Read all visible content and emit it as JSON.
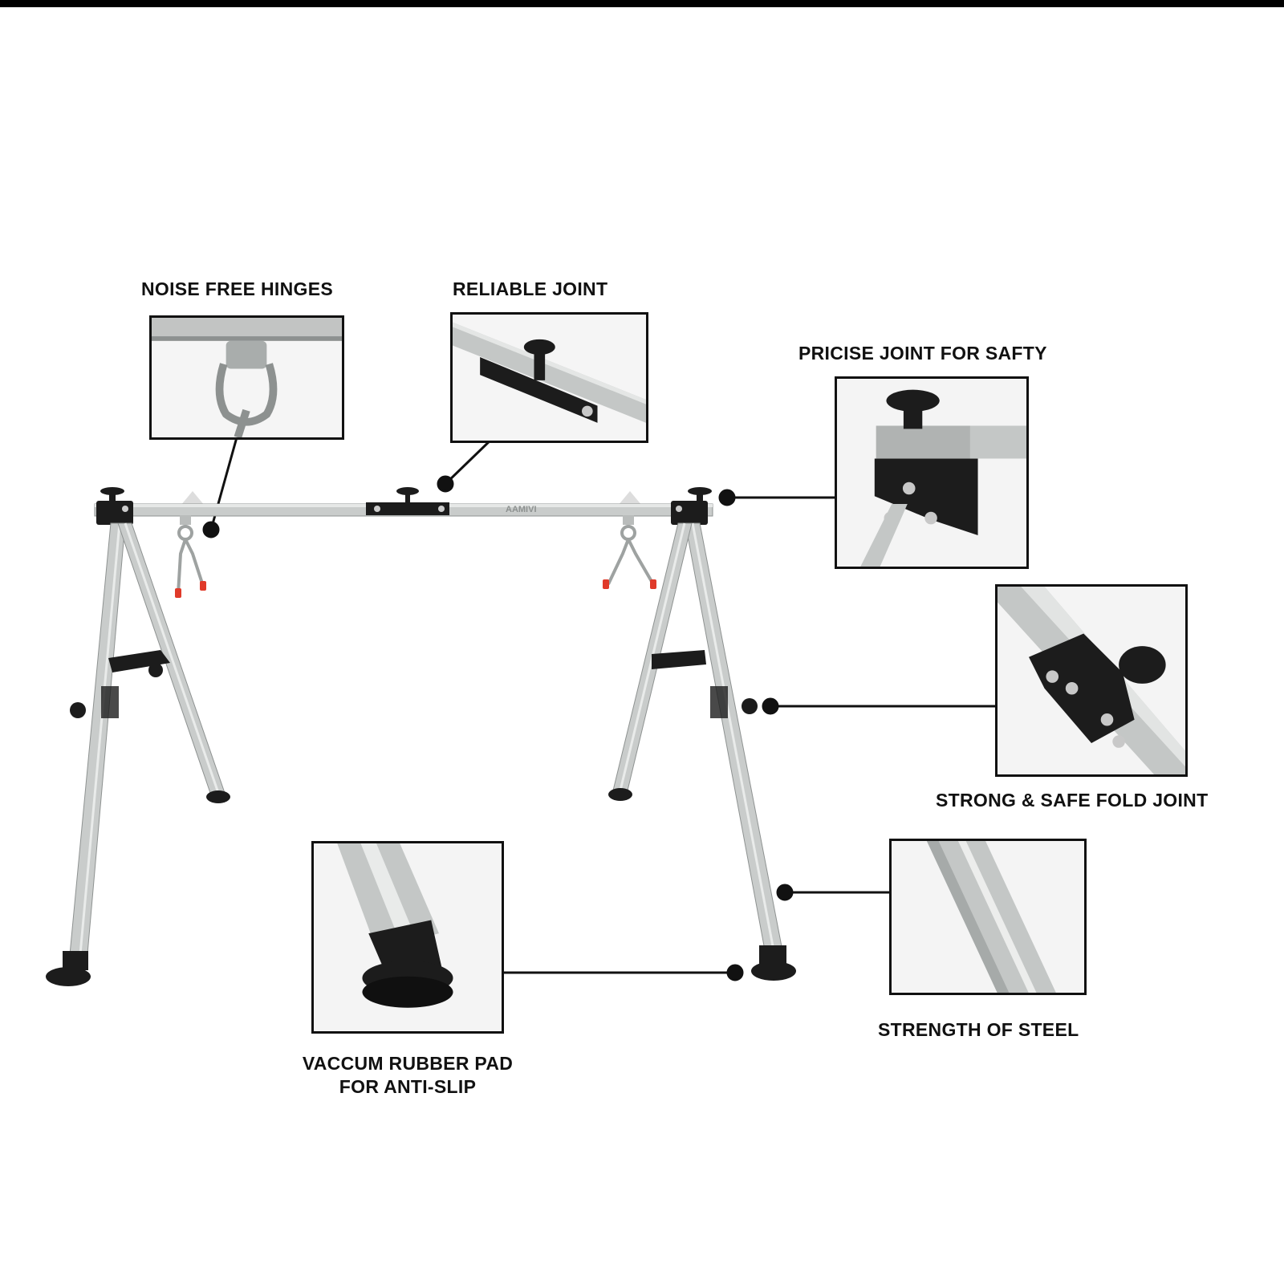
{
  "features": {
    "noise_free_hinges": "NOISE FREE HINGES",
    "reliable_joint": "RELIABLE JOINT",
    "precise_joint": "PRICISE JOINT FOR SAFTY",
    "fold_joint": "STRONG & SAFE FOLD JOINT",
    "strength": "STRENGTH OF STEEL",
    "rubber_pad_line1": "VACCUM RUBBER PAD",
    "rubber_pad_line2": "FOR ANTI-SLIP"
  },
  "brand_mark": "AAMIVI",
  "colors": {
    "steel": "#c9cccb",
    "steel_dark": "#9a9e9d",
    "rubber": "#1c1c1c",
    "hook_tip": "#e03a2a"
  }
}
